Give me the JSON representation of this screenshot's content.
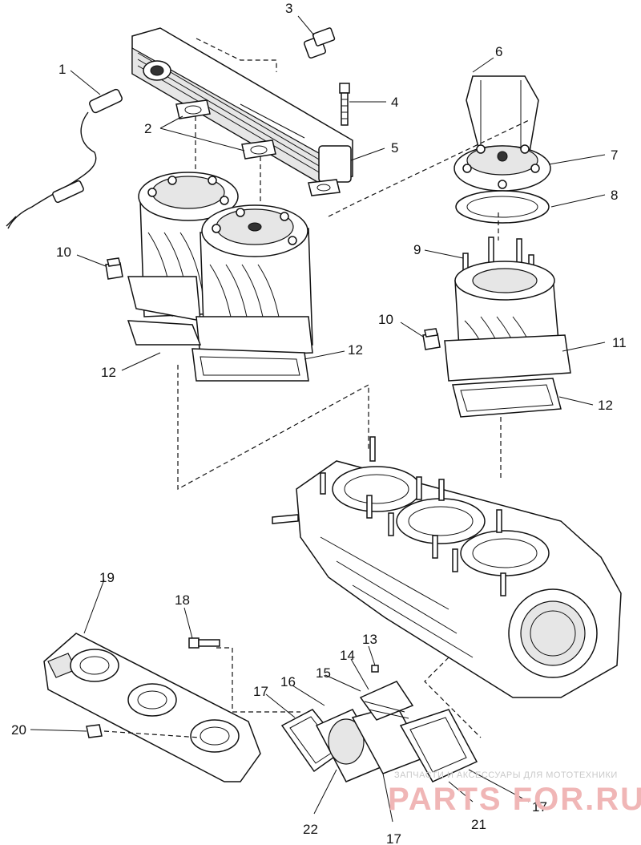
{
  "diagram": {
    "part_numbers": [
      "1",
      "2",
      "3",
      "4",
      "5",
      "6",
      "7",
      "8",
      "9",
      "10",
      "10",
      "11",
      "12",
      "12",
      "12",
      "13",
      "14",
      "15",
      "16",
      "17",
      "17",
      "17",
      "18",
      "19",
      "20",
      "21",
      "22"
    ],
    "watermark": {
      "top_text": "ЗАПЧАСТИ И АКСЕССУАРЫ ДЛЯ МОТОТЕХНИКИ",
      "logo_text": "PARTS FOR.RU"
    },
    "colors": {
      "line": "#111111",
      "watermark_logo": "#f0b6b6",
      "watermark_text": "#c9c9c9"
    }
  }
}
